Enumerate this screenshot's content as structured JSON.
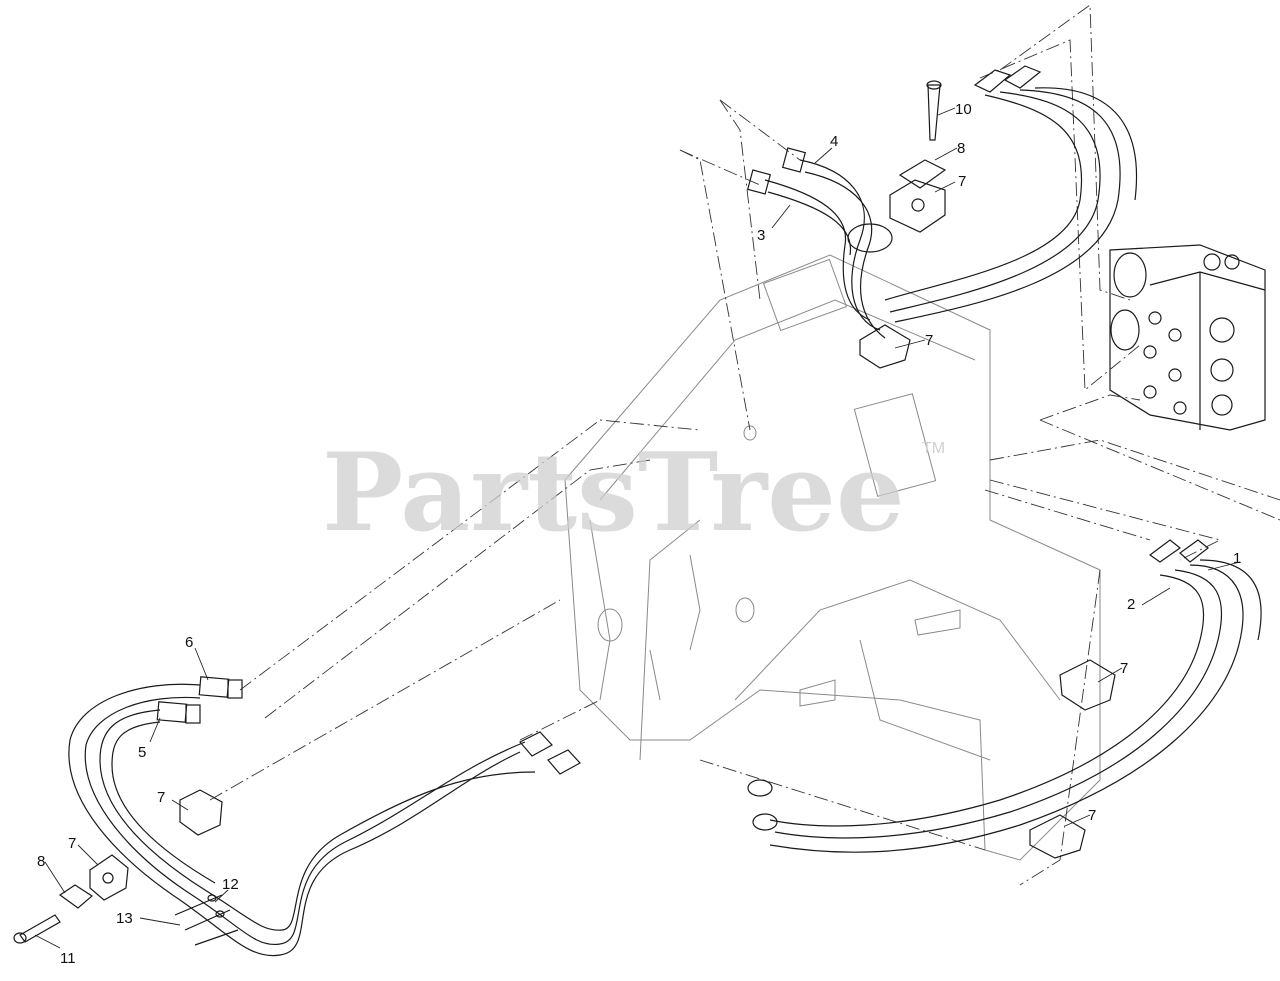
{
  "watermark": {
    "text": "PartsTree",
    "tm": "TM"
  },
  "callouts": [
    "1",
    "2",
    "3",
    "4",
    "5",
    "6",
    "7",
    "8",
    "10",
    "11",
    "12",
    "13"
  ]
}
